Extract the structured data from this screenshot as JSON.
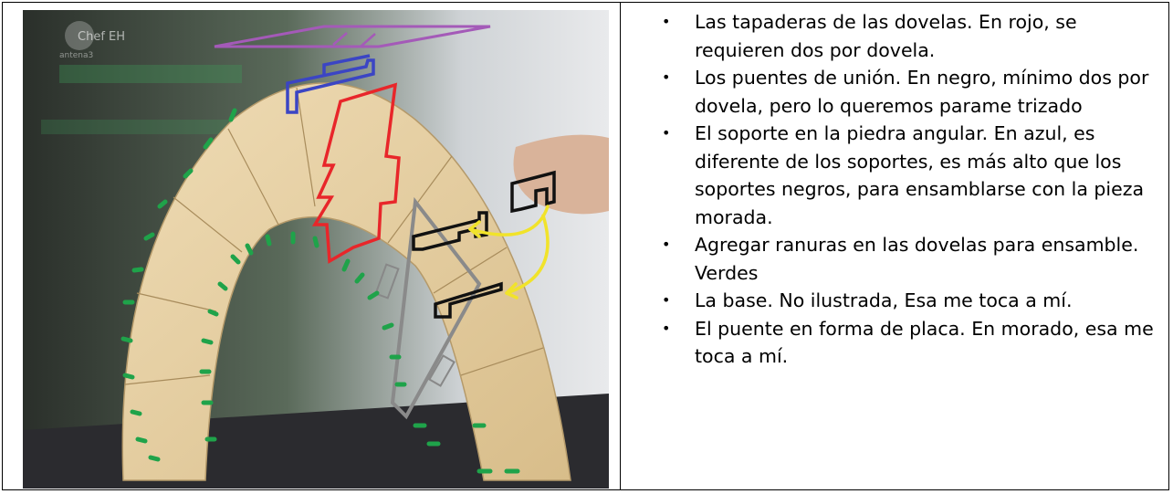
{
  "photo": {
    "watermark": "Chef EH",
    "watermark_sub": "antena3"
  },
  "bullets": [
    "Las tapaderas de las dovelas. En rojo, se requieren dos por dovela.",
    "Los puentes de unión. En negro, mínimo dos por dovela, pero lo queremos parame trizado",
    "El soporte en la piedra angular. En azul, es diferente de los soportes, es más alto que los soportes negros, para ensamblarse con la pieza morada.",
    "Agregar ranuras en las dovelas para ensamble. Verdes",
    "La base. No ilustrada, Esa me toca a mí.",
    "El puente en forma de placa. En morado, esa me toca a mí."
  ],
  "colors": {
    "red": "#e8262a",
    "black": "#111111",
    "blue": "#3b45c4",
    "green": "#1fa34a",
    "purple": "#a45ab8",
    "yellow": "#f1e32a",
    "wood": "#e6cfa4"
  }
}
